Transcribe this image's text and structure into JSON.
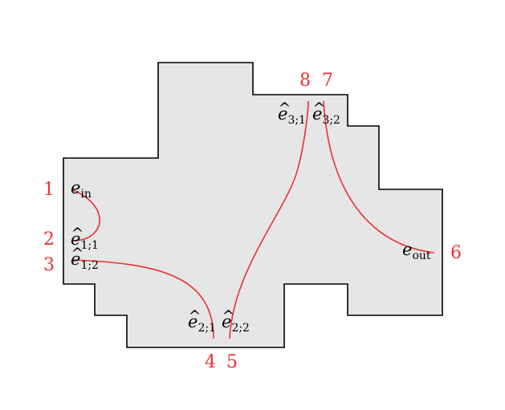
{
  "colors": {
    "region_fill": "#e6e6e6",
    "region_stroke": "#000000",
    "curve": "#e8332e",
    "port_numbers": "#e8332e",
    "labels": "#000000"
  },
  "port_numbers": {
    "p1": "1",
    "p2": "2",
    "p3": "3",
    "p4": "4",
    "p5": "5",
    "p6": "6",
    "p7": "7",
    "p8": "8"
  },
  "labels": {
    "e_in": {
      "base": "e",
      "sub": "in"
    },
    "e_1_1": {
      "base": "e",
      "sub": "1;1"
    },
    "e_1_2": {
      "base": "e",
      "sub": "1;2"
    },
    "e_2_1": {
      "base": "e",
      "sub": "2;1"
    },
    "e_2_2": {
      "base": "e",
      "sub": "2;2"
    },
    "e_3_1": {
      "base": "e",
      "sub": "3;1"
    },
    "e_3_2": {
      "base": "e",
      "sub": "3;2"
    },
    "e_out": {
      "base": "e",
      "sub": "out"
    }
  }
}
